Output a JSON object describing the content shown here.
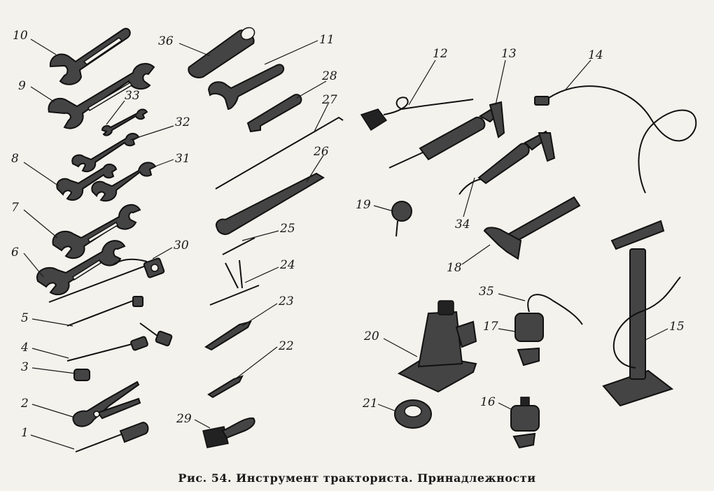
{
  "caption": "Рис. 54. Инструмент тракториста. Принадлежности",
  "labels": {
    "n1": "1",
    "n2": "2",
    "n3": "3",
    "n4": "4",
    "n5": "5",
    "n6": "6",
    "n7": "7",
    "n8": "8",
    "n9": "9",
    "n10": "10",
    "n11": "11",
    "n12": "12",
    "n13": "13",
    "n14": "14",
    "n15": "15",
    "n16": "16",
    "n17": "17",
    "n18": "18",
    "n19": "19",
    "n20": "20",
    "n21": "21",
    "n22": "22",
    "n23": "23",
    "n24": "24",
    "n25": "25",
    "n26": "26",
    "n27": "27",
    "n28": "28",
    "n29": "29",
    "n30": "30",
    "n31": "31",
    "n32": "32",
    "n33": "33",
    "n34": "34",
    "n35": "35",
    "n36": "36"
  }
}
